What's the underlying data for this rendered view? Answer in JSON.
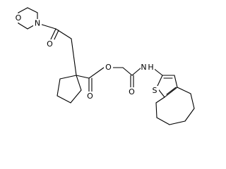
{
  "atom_labels": {
    "morpholine_O": "O",
    "morpholine_N": "N",
    "ketone_O": "O",
    "ester_O_single": "O",
    "ester_O_double": "O",
    "amide_O": "O",
    "amide_N": "N",
    "amide_H": "H",
    "thiophene_S": "S"
  },
  "colors": {
    "bond": "#000000",
    "label": "#000000",
    "background": "#ffffff"
  }
}
